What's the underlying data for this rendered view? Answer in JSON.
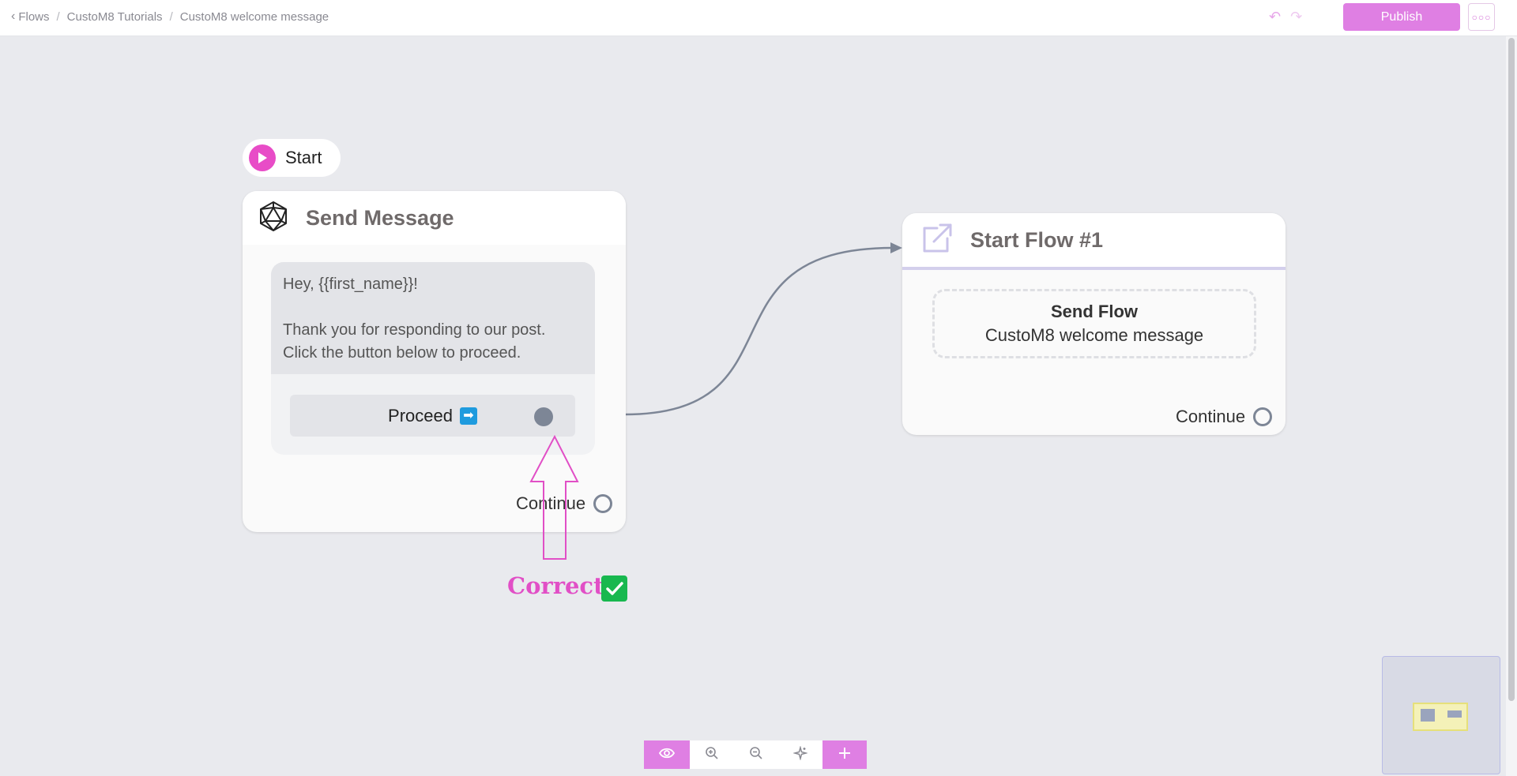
{
  "topbar": {
    "breadcrumb": [
      "Flows",
      "CustoM8 Tutorials",
      "CustoM8 welcome message"
    ],
    "publish_label": "Publish"
  },
  "start": {
    "label": "Start"
  },
  "send_message": {
    "title": "Send Message",
    "message_line1": "Hey, {{first_name}}!",
    "message_line2": "Thank you for responding to our post.",
    "message_line3": "Click the button below to proceed.",
    "button_label": "Proceed",
    "button_emoji": "➡",
    "continue_label": "Continue"
  },
  "start_flow": {
    "title": "Start Flow #1",
    "action_label": "Send Flow",
    "flow_name": "CustoM8 welcome message",
    "continue_label": "Continue"
  },
  "annotation": {
    "text": "Correct"
  },
  "colors": {
    "accent": "#df7fe3",
    "annotation": "#e14fc6",
    "check": "#18b84f",
    "connector": "#7d8696"
  },
  "icons": {
    "start": "play-icon",
    "send_message": "icosahedron-icon",
    "start_flow": "external-link-icon",
    "toolbar": [
      "eye-icon",
      "zoom-in-icon",
      "zoom-out-icon",
      "sparkle-icon",
      "plus-icon"
    ]
  }
}
